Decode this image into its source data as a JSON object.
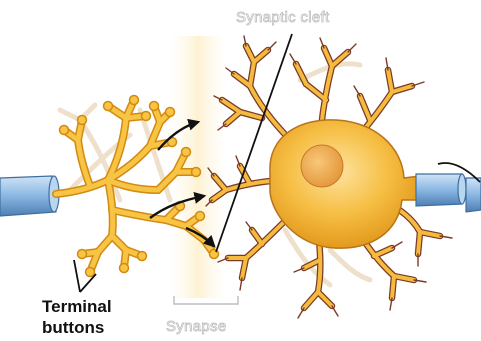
{
  "labels": {
    "synaptic_cleft": "Synaptic cleft",
    "synapse": "Synapse",
    "terminal_line1": "Terminal",
    "terminal_line2": "buttons"
  },
  "colors": {
    "neuron_fill": "#f3b633",
    "neuron_dark": "#e09a1c",
    "soma_light": "#fbd77a",
    "nucleus": "#eea54a",
    "dendrite_outline": "#7a3a2a",
    "axon_blue": "#86b3e0",
    "axon_blue_dark": "#3f6e9e",
    "synapse_band": "#fdf3d6",
    "ghost_label": "#b9b9b9",
    "text_dark": "#111111"
  },
  "icons": {
    "arrows": "arrow-right-icon"
  }
}
